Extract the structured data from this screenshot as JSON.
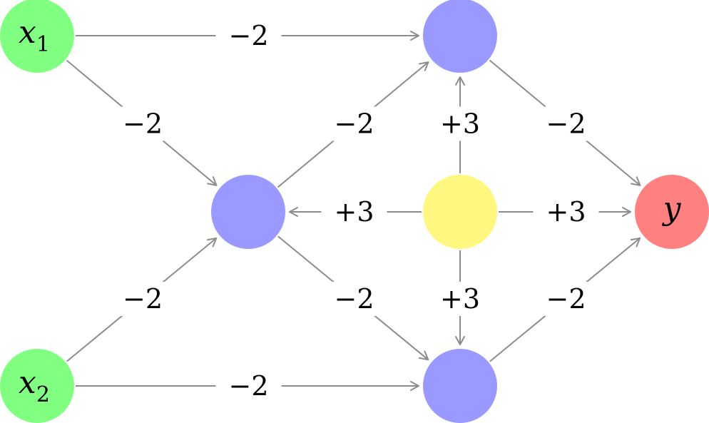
{
  "colors": {
    "input": "#80ff80",
    "hidden": "#9999ff",
    "bias": "#fff780",
    "output": "#ff8080",
    "edge": "#8c8c8c"
  },
  "nodes": [
    {
      "id": "x1",
      "label": "x",
      "sub": "1",
      "kind": "input"
    },
    {
      "id": "x2",
      "label": "x",
      "sub": "2",
      "kind": "input"
    },
    {
      "id": "h1",
      "label": "",
      "sub": "",
      "kind": "hidden"
    },
    {
      "id": "top",
      "label": "",
      "sub": "",
      "kind": "hidden"
    },
    {
      "id": "bias",
      "label": "",
      "sub": "",
      "kind": "bias"
    },
    {
      "id": "bottom",
      "label": "",
      "sub": "",
      "kind": "hidden"
    },
    {
      "id": "y",
      "label": "y",
      "sub": "",
      "kind": "output"
    }
  ],
  "edges": [
    {
      "from": "x1",
      "to": "top",
      "weight": "−2"
    },
    {
      "from": "x1",
      "to": "h1",
      "weight": "−2"
    },
    {
      "from": "x2",
      "to": "h1",
      "weight": "−2"
    },
    {
      "from": "x2",
      "to": "bottom",
      "weight": "−2"
    },
    {
      "from": "h1",
      "to": "top",
      "weight": "−2"
    },
    {
      "from": "h1",
      "to": "bottom",
      "weight": "−2"
    },
    {
      "from": "bias",
      "to": "top",
      "weight": "+3"
    },
    {
      "from": "bias",
      "to": "h1",
      "weight": "+3"
    },
    {
      "from": "bias",
      "to": "bottom",
      "weight": "+3"
    },
    {
      "from": "bias",
      "to": "y",
      "weight": "+3"
    },
    {
      "from": "top",
      "to": "y",
      "weight": "−2"
    },
    {
      "from": "bottom",
      "to": "y",
      "weight": "−2"
    }
  ]
}
